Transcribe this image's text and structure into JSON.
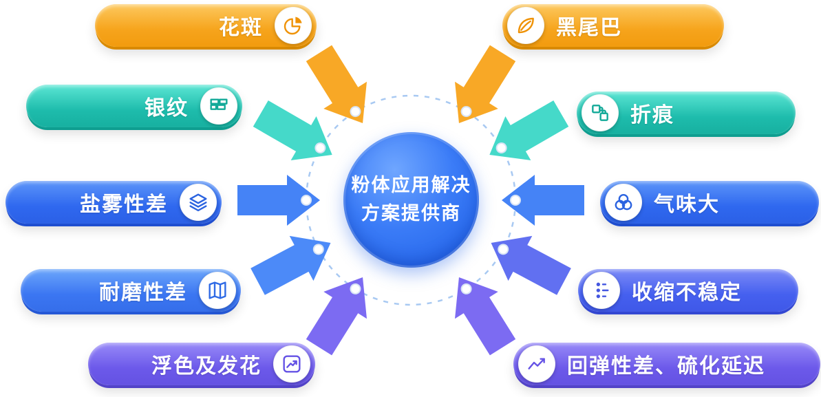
{
  "center": {
    "line1": "粉体应用解决",
    "line2": "方案提供商"
  },
  "pills": [
    {
      "label": "花斑",
      "icon": "pie-chart-icon",
      "side": "left",
      "color": "#F6A41C"
    },
    {
      "label": "银纹",
      "icon": "bricks-icon",
      "side": "left",
      "color": "#1EBCAC"
    },
    {
      "label": "盐雾性差",
      "icon": "layers-icon",
      "side": "left",
      "color": "#2F68EF"
    },
    {
      "label": "耐磨性差",
      "icon": "map-icon",
      "side": "left",
      "color": "#3B76F2"
    },
    {
      "label": "浮色及发花",
      "icon": "trend-up-icon",
      "side": "left",
      "color": "#6C59EA"
    },
    {
      "label": "黑尾巴",
      "icon": "leaf-icon",
      "side": "right",
      "color": "#F6A41C"
    },
    {
      "label": "折痕",
      "icon": "puzzle-icon",
      "side": "right",
      "color": "#1EBCAC"
    },
    {
      "label": "气味大",
      "icon": "circles-icon",
      "side": "right",
      "color": "#2F68EF"
    },
    {
      "label": "收缩不稳定",
      "icon": "dots-icon",
      "side": "right",
      "color": "#4560EF"
    },
    {
      "label": "回弹性差、硫化延迟",
      "icon": "chart-line-icon",
      "side": "right",
      "color": "#6C59EA"
    }
  ],
  "palette": {
    "orange": "#F6A41C",
    "teal": "#1EBCAC",
    "blue": "#2F68EF",
    "indigo": "#4560EF",
    "purple": "#6C59EA",
    "center_blue": "#2A6CF2",
    "arc_dash": "#A8C9F2"
  }
}
